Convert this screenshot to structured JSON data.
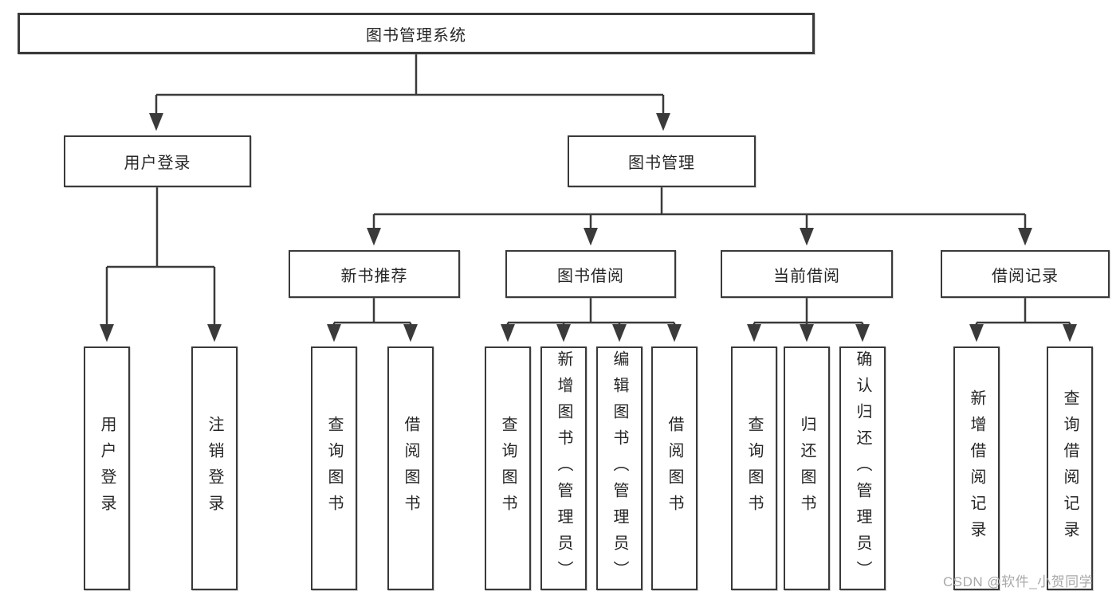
{
  "diagram": {
    "root": {
      "label": "图书管理系统"
    },
    "branches": [
      {
        "label": "用户登录",
        "children": [
          {
            "label": "用户登录"
          },
          {
            "label": "注销登录"
          }
        ]
      },
      {
        "label": "图书管理",
        "children": [
          {
            "label": "新书推荐",
            "children": [
              {
                "label": "查询图书"
              },
              {
                "label": "借阅图书"
              }
            ]
          },
          {
            "label": "图书借阅",
            "children": [
              {
                "label": "查询图书"
              },
              {
                "label": "新增图书（管理员）"
              },
              {
                "label": "编辑图书（管理员）"
              },
              {
                "label": "借阅图书"
              }
            ]
          },
          {
            "label": "当前借阅",
            "children": [
              {
                "label": "查询图书"
              },
              {
                "label": "归还图书"
              },
              {
                "label": "确认归还（管理员）"
              }
            ]
          },
          {
            "label": "借阅记录",
            "children": [
              {
                "label": "新增借阅记录"
              },
              {
                "label": "查询借阅记录"
              }
            ]
          }
        ]
      }
    ]
  },
  "watermark": "CSDN @软件_小贺同学",
  "colors": {
    "line": "#3a3a3a",
    "box_border": "#3a3a3a",
    "text": "#262626",
    "watermark_text": "#a9a9a9",
    "background": "#ffffff"
  }
}
